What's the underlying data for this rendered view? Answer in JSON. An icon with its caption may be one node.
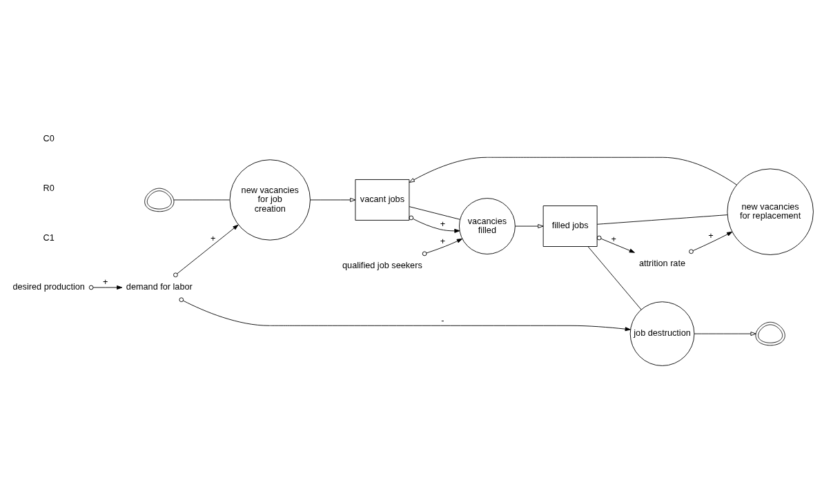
{
  "diagram": {
    "nodes": [
      {
        "text": [],
        "shape": "cloud"
      },
      {
        "text": [
          "new vacancies for job creation"
        ]
      },
      {
        "text": [
          "vacant jobs"
        ]
      },
      {
        "text": [
          "vacancies filled"
        ]
      },
      {
        "text": [
          "filled jobs"
        ]
      },
      {
        "text": [
          "job destruction"
        ]
      },
      {
        "text": [],
        "shape": "cloud"
      },
      {
        "text": [
          "new vacancies for replacement"
        ]
      },
      {
        "text": [
          "qualified job seekers"
        ]
      },
      {
        "text": [
          "attrition rate"
        ]
      },
      {
        "text": [
          "demand for labor"
        ]
      },
      {
        "text": [
          "desired production"
        ]
      }
    ],
    "edges": [
      {
        "from": 0,
        "to": 1,
        "arrow": "none"
      },
      {
        "from": 1,
        "to": 2,
        "arrow": "to"
      },
      {
        "from": 2,
        "to": 3,
        "arrow": "none"
      },
      {
        "from": 3,
        "to": 4,
        "arrow": "to"
      },
      {
        "from": 4,
        "to": 5,
        "arrow": "none"
      },
      {
        "from": 5,
        "to": 6,
        "arrow": "to"
      },
      {
        "from": 4,
        "to": 7,
        "arrow": "none"
      },
      {
        "from": 7,
        "to": 2,
        "arrow": "to"
      },
      {
        "from": 2,
        "to": 3,
        "arrow": "to",
        "label": "+"
      },
      {
        "from": 8,
        "to": 3,
        "arrow": "to",
        "label": "+"
      },
      {
        "from": 4,
        "to": 9,
        "arrow": "to",
        "label": "+"
      },
      {
        "from": 9,
        "to": 7,
        "arrow": "to",
        "label": "+"
      },
      {
        "from": 10,
        "to": 1,
        "arrow": "to",
        "label": "+"
      },
      {
        "from": 10,
        "to": 5,
        "arrow": "to",
        "label": "-"
      },
      {
        "from": 11,
        "to": 10,
        "arrow": "to",
        "label": "+"
      }
    ],
    "labels": [
      "C1",
      "R0",
      "C0"
    ]
  }
}
